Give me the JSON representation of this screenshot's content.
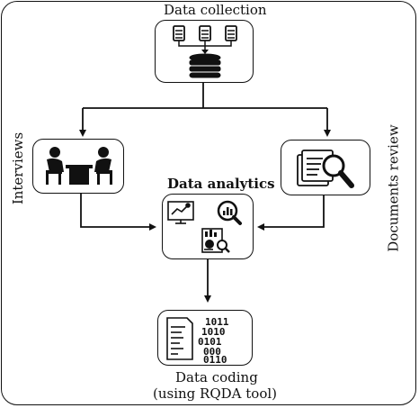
{
  "diagram": {
    "nodes": {
      "collection": {
        "label": "Data collection",
        "icon": "database-icon"
      },
      "interviews": {
        "label": "Interviews",
        "icon": "interview-icon"
      },
      "documents": {
        "label": "Documents review",
        "icon": "document-search-icon"
      },
      "analytics": {
        "label": "Data analytics",
        "icon": "analytics-icon"
      },
      "coding": {
        "label": "Data coding",
        "sublabel": "(using RQDA tool)",
        "icon": "binary-code-icon"
      }
    },
    "colors": {
      "stroke": "#111111",
      "fill": "#ffffff"
    }
  }
}
